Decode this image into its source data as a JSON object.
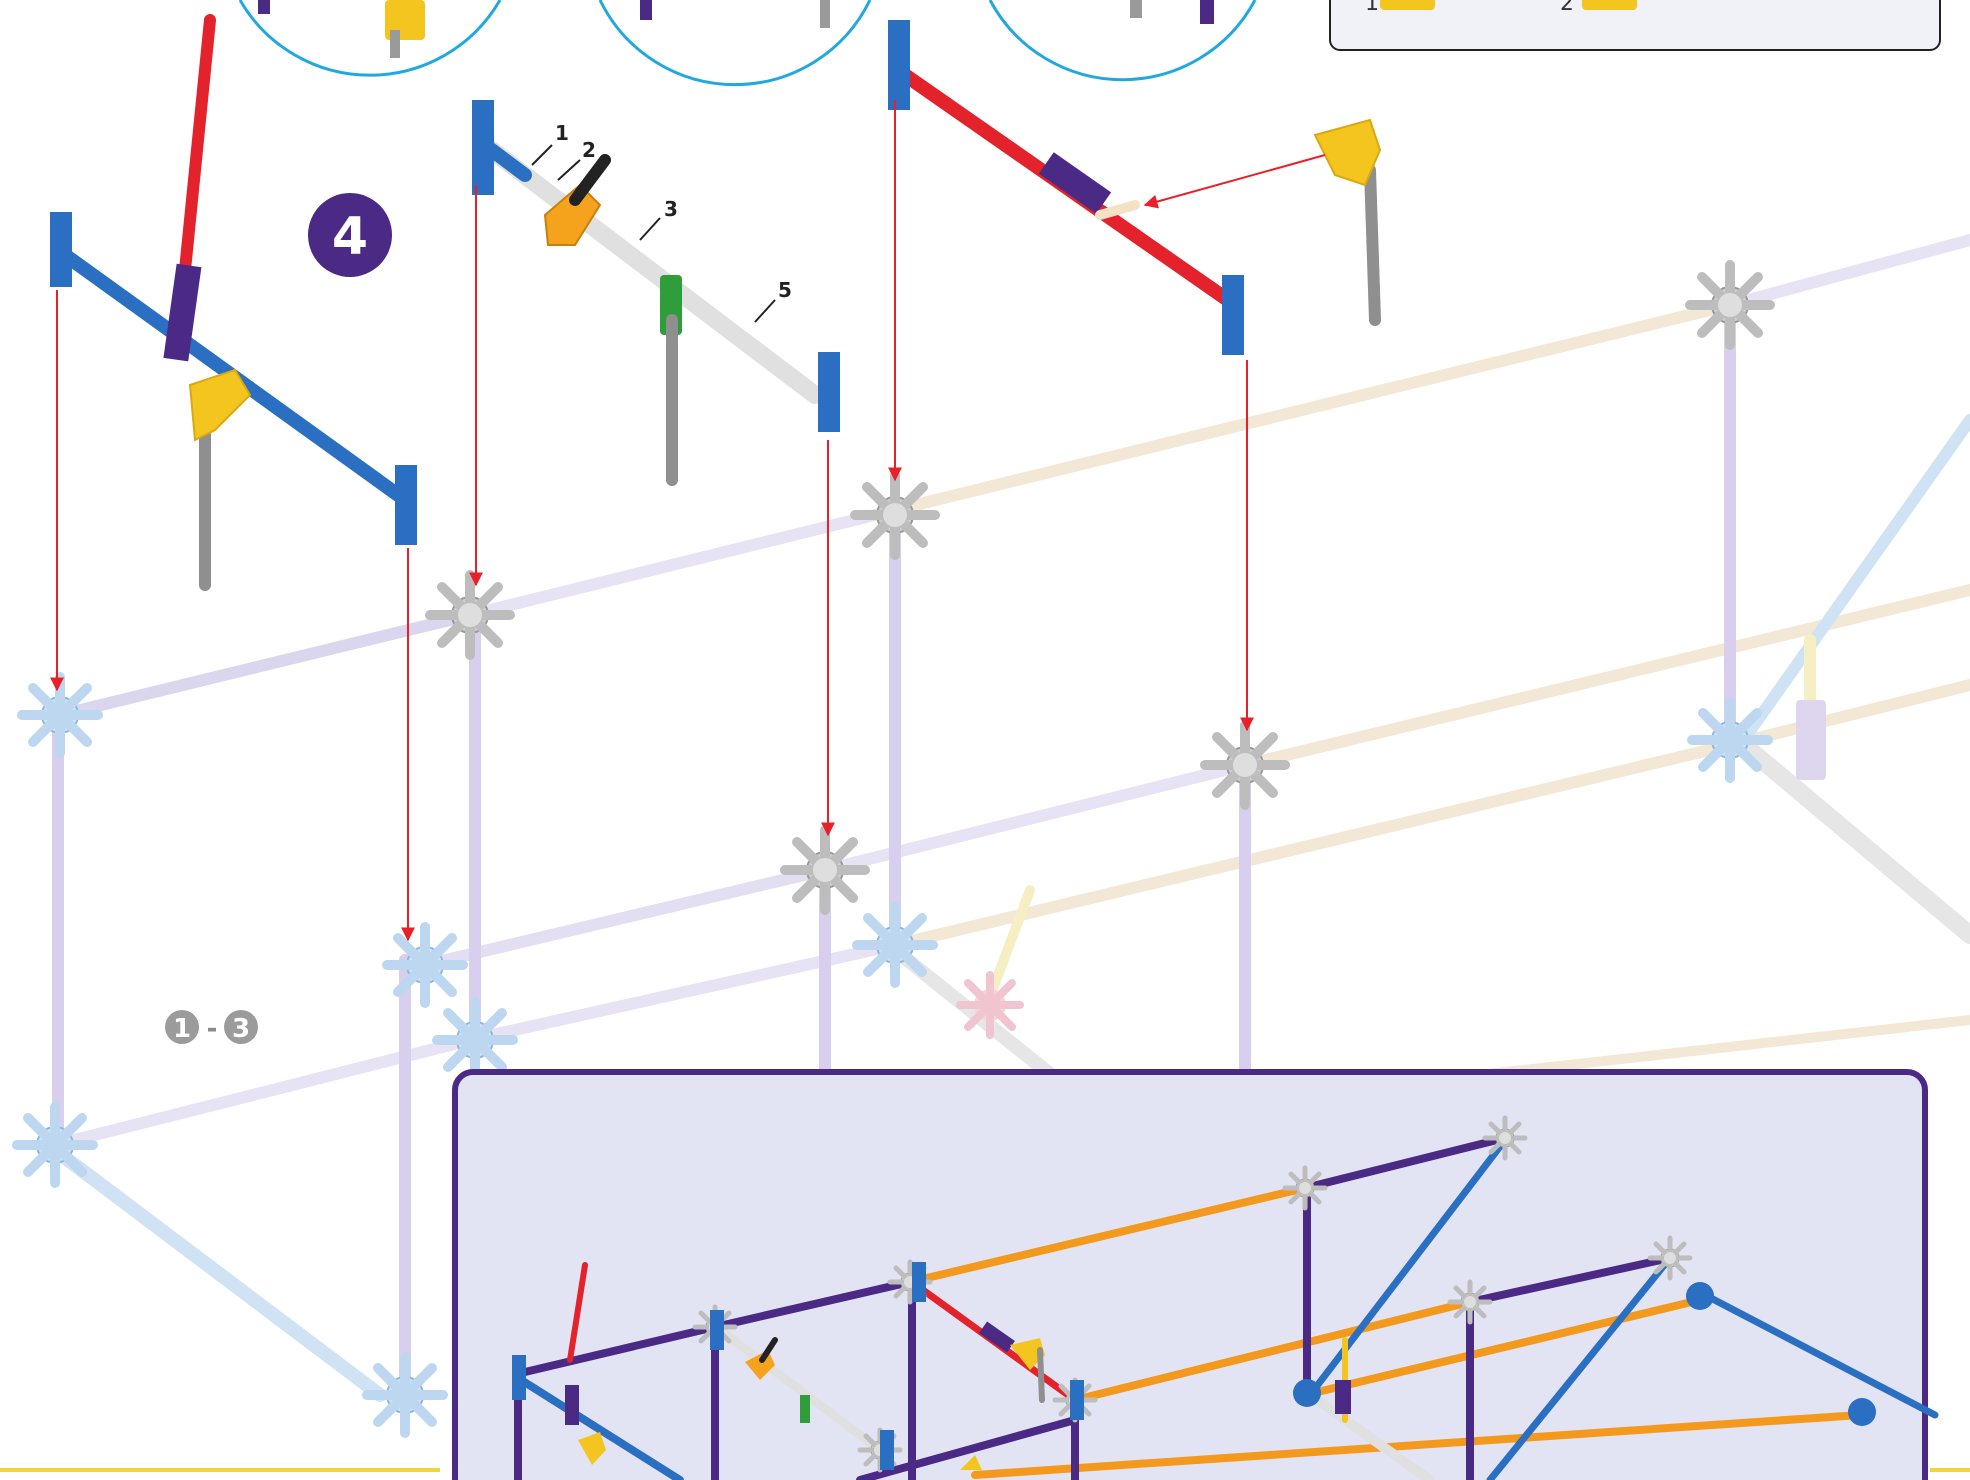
{
  "step": {
    "number": "4",
    "sub_range_start": "1",
    "sub_range_separator": "-",
    "sub_range_end": "3"
  },
  "rod_labels": [
    "1",
    "2",
    "3",
    "5"
  ],
  "legend_box": {
    "items": [
      {
        "count": "1",
        "icon": "yellow-connector-icon"
      },
      {
        "count": "2",
        "icon": "yellow-connector-icon"
      }
    ]
  },
  "colors": {
    "arrow": "#e8202a",
    "step_badge": "#4b2a86",
    "sub_badge": "#9b9b9b",
    "inset_border": "#4b2a86",
    "inset_bg": "#e3e4f3",
    "callout_circle": "#22a8e0",
    "yellow_rule": "#f3d33a",
    "blue_rod": "#2a6fc1",
    "red_rod": "#e3222b",
    "purple_rod": "#4b2a86",
    "orange_rod": "#f39a1e",
    "white_rod": "#e8e8e8",
    "grey_connector": "#9a9a9a",
    "yellow_connector": "#f5c51f",
    "green_clip": "#2e9d3a"
  }
}
